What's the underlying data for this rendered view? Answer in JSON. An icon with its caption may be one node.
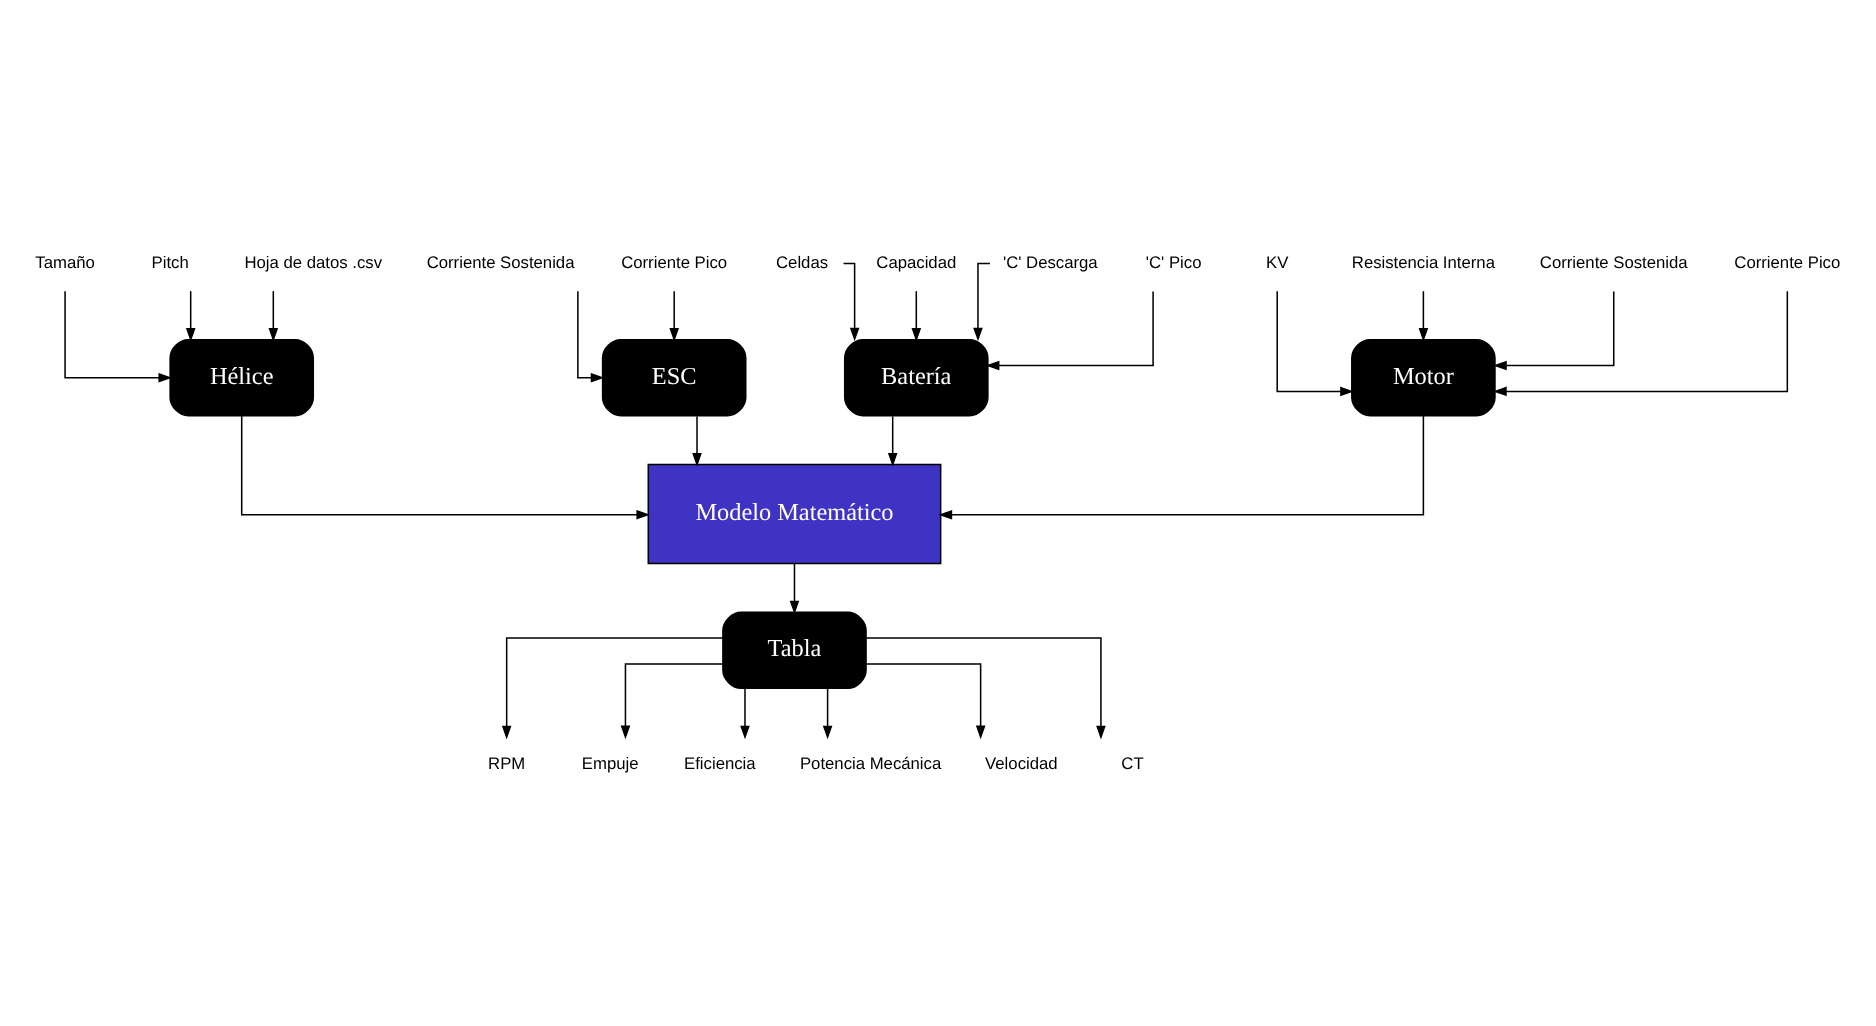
{
  "diagram": {
    "nodes": [
      {
        "text": [
          "Motor"
        ]
      },
      {
        "text": [
          "Hélice"
        ]
      },
      {
        "text": [
          "ESC"
        ]
      },
      {
        "text": [
          "Batería"
        ]
      },
      {
        "text": [
          "Modelo Matemático"
        ]
      },
      {
        "text": [
          "Tabla"
        ]
      },
      {
        "text": [
          "KV"
        ]
      },
      {
        "text": [
          "Resistencia Interna"
        ]
      },
      {
        "text": [
          "Corriente Sostenida"
        ]
      },
      {
        "text": [
          "Corriente Pico"
        ]
      },
      {
        "text": [
          "Tamaño"
        ]
      },
      {
        "text": [
          "Pitch"
        ]
      },
      {
        "text": [
          "Hoja de datos .csv"
        ]
      },
      {
        "text": [
          "Corriente Sostenida"
        ]
      },
      {
        "text": [
          "Corriente Pico"
        ]
      },
      {
        "text": [
          "Celdas"
        ]
      },
      {
        "text": [
          "Capacidad"
        ]
      },
      {
        "text": [
          "'C' Descarga"
        ]
      },
      {
        "text": [
          "'C' Pico"
        ]
      },
      {
        "text": [
          "RPM"
        ]
      },
      {
        "text": [
          "Empuje"
        ]
      },
      {
        "text": [
          "Eficiencia"
        ]
      },
      {
        "text": [
          "Potencia Mecánica"
        ]
      },
      {
        "text": [
          "Velocidad"
        ]
      },
      {
        "text": [
          "CT"
        ]
      }
    ],
    "edges": [
      {
        "from": 6,
        "to": 0,
        "arrow": "to"
      },
      {
        "from": 7,
        "to": 0,
        "arrow": "to"
      },
      {
        "from": 8,
        "to": 0,
        "arrow": "to"
      },
      {
        "from": 9,
        "to": 0,
        "arrow": "to"
      },
      {
        "from": 10,
        "to": 1,
        "arrow": "to"
      },
      {
        "from": 11,
        "to": 1,
        "arrow": "to"
      },
      {
        "from": 12,
        "to": 1,
        "arrow": "to"
      },
      {
        "from": 13,
        "to": 2,
        "arrow": "to"
      },
      {
        "from": 14,
        "to": 2,
        "arrow": "to"
      },
      {
        "from": 15,
        "to": 3,
        "arrow": "to"
      },
      {
        "from": 16,
        "to": 3,
        "arrow": "to"
      },
      {
        "from": 17,
        "to": 3,
        "arrow": "to"
      },
      {
        "from": 18,
        "to": 3,
        "arrow": "to"
      },
      {
        "from": 0,
        "to": 4,
        "arrow": "to"
      },
      {
        "from": 1,
        "to": 4,
        "arrow": "to"
      },
      {
        "from": 2,
        "to": 4,
        "arrow": "to"
      },
      {
        "from": 3,
        "to": 4,
        "arrow": "to"
      },
      {
        "from": 4,
        "to": 5,
        "arrow": "to"
      },
      {
        "from": 5,
        "to": 19,
        "arrow": "to"
      },
      {
        "from": 5,
        "to": 20,
        "arrow": "to"
      },
      {
        "from": 5,
        "to": 21,
        "arrow": "to"
      },
      {
        "from": 5,
        "to": 22,
        "arrow": "to"
      },
      {
        "from": 5,
        "to": 23,
        "arrow": "to"
      },
      {
        "from": 5,
        "to": 24,
        "arrow": "to"
      }
    ]
  }
}
